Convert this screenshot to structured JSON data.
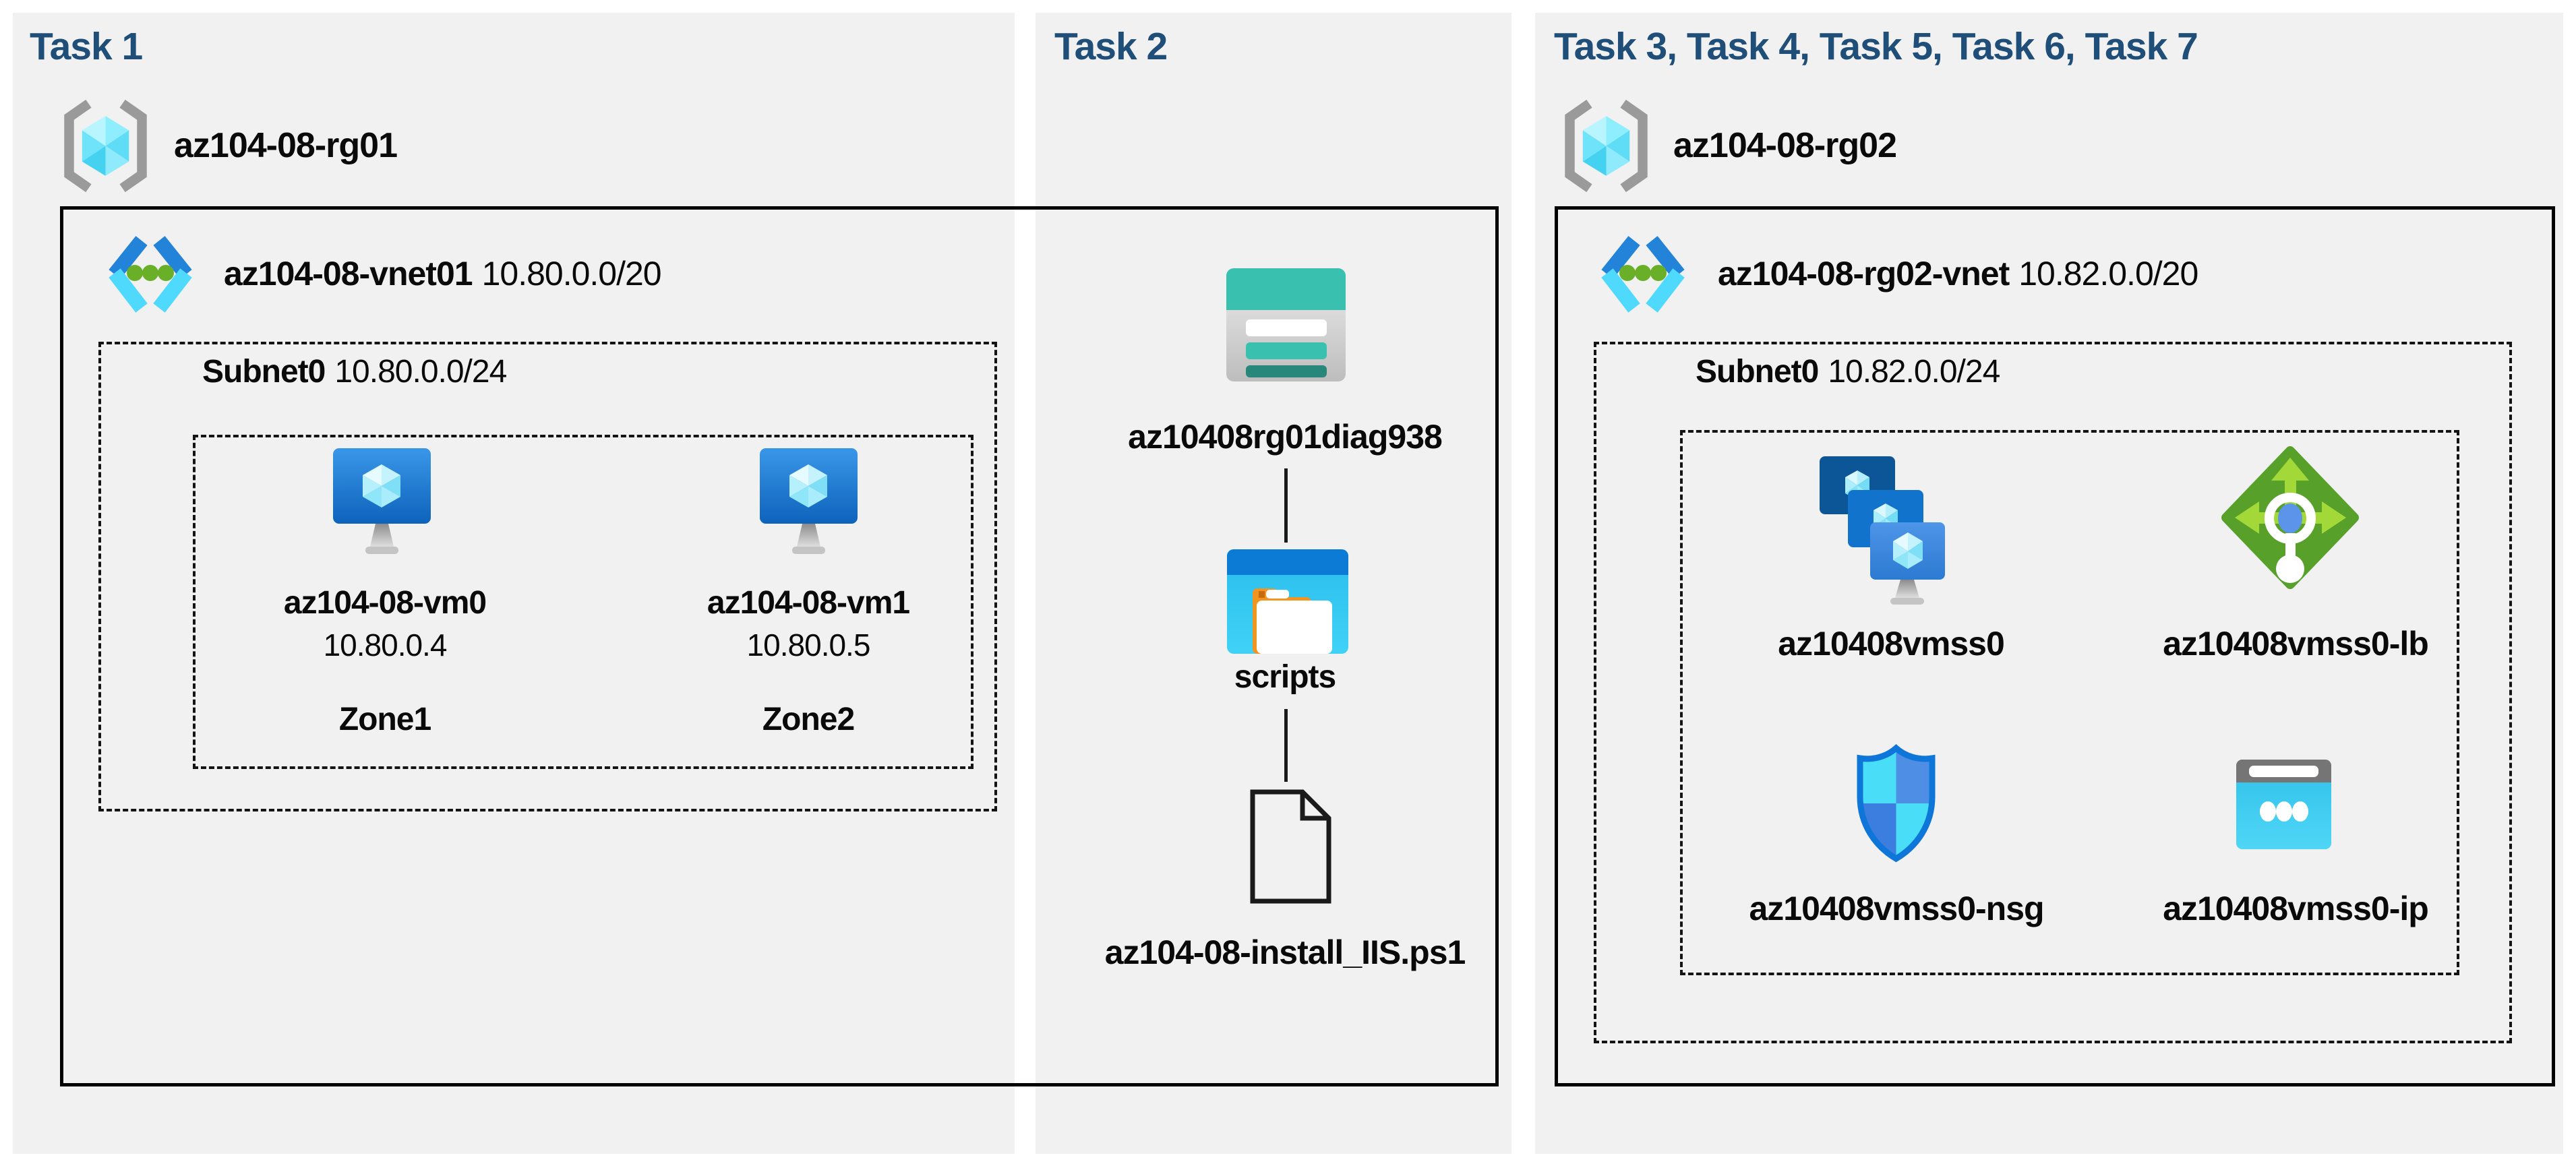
{
  "colors": {
    "background": "#ffffff",
    "panel_background": "#f1f1f1",
    "title_text": "#1f4e79",
    "label_text": "#0a0a0a",
    "box_border": "#000000",
    "vnet_blue": "#2283d8",
    "vnet_cyan": "#4fd9fd",
    "vnet_dot_green": "#6aaf28",
    "vm_blue_top": "#3a97e8",
    "vm_blue_bottom": "#0e63bb",
    "storage_teal": "#3ac0ae",
    "storage_teal_dark": "#27877a",
    "folder_bar_blue": "#0b7bd6",
    "folder_body_cyan": "#2fc3ef",
    "folder_tab_orange": "#f29420",
    "lb_green": "#57a12b",
    "lb_arrow_green": "#a2d838",
    "lb_dot_blue": "#5b94e8",
    "nsg_border_blue": "#0e76d8",
    "nsg_cyan": "#49ddf8",
    "nsg_blue": "#3c7de0",
    "ip_gray": "#757575",
    "ip_cyan": "#35cdf2",
    "rg_bracket_gray": "#9a9a9a",
    "rg_gem_cyan": "#45d2f0"
  },
  "panels": [
    {
      "title": "Task 1",
      "resource_group": "az104-08-rg01",
      "vnet_name": "az104-08-vnet01",
      "vnet_cidr": "10.80.0.0/20",
      "subnet_name": "Subnet0",
      "subnet_cidr": "10.80.0.0/24",
      "vms": [
        {
          "name": "az104-08-vm0",
          "ip": "10.80.0.4",
          "zone": "Zone1"
        },
        {
          "name": "az104-08-vm1",
          "ip": "10.80.0.5",
          "zone": "Zone2"
        }
      ]
    },
    {
      "title": "Task 2",
      "storage_account": "az10408rg01diag938",
      "container": "scripts",
      "script_file": "az104-08-install_IIS.ps1"
    },
    {
      "title": "Task 3, Task 4, Task 5, Task 6, Task 7",
      "resource_group": "az104-08-rg02",
      "vnet_name": "az104-08-rg02-vnet",
      "vnet_cidr": "10.82.0.0/20",
      "subnet_name": "Subnet0",
      "subnet_cidr": "10.82.0.0/24",
      "resources": [
        {
          "name": "az10408vmss0",
          "type": "vm-scale-set"
        },
        {
          "name": "az10408vmss0-lb",
          "type": "load-balancer"
        },
        {
          "name": "az10408vmss0-nsg",
          "type": "network-security-group"
        },
        {
          "name": "az10408vmss0-ip",
          "type": "public-ip"
        }
      ]
    }
  ]
}
